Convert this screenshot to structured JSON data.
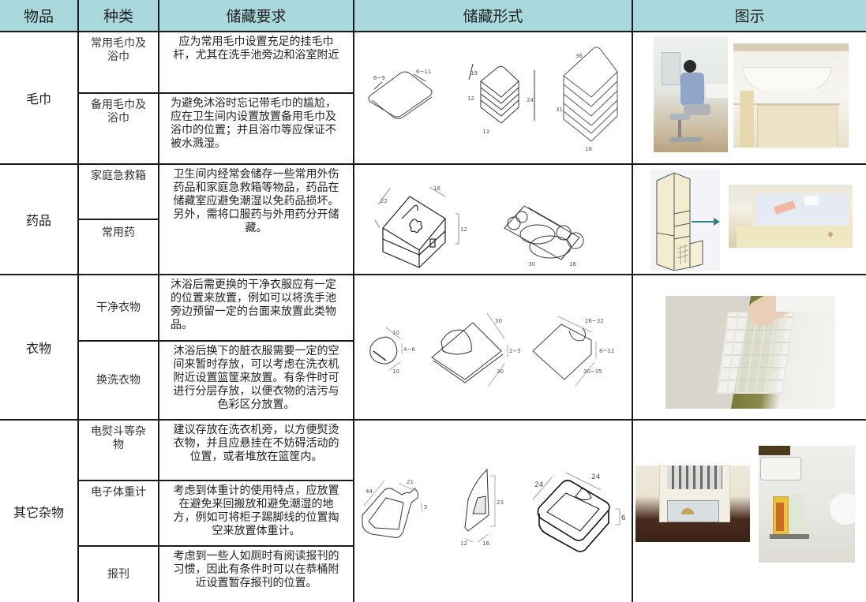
{
  "table": {
    "header_color": "#a9d9dc",
    "columns": [
      "物品",
      "种类",
      "储藏要求",
      "储藏形式",
      "图示"
    ],
    "groups": [
      {
        "item": "毛巾",
        "rows": [
          {
            "kind": "常用毛巾及浴巾",
            "kind_lines": [
              "常用毛巾及",
              "浴巾"
            ],
            "requirement": "应为常用毛巾设置充足的挂毛巾杆，尤其在洗手池旁边和浴室附近"
          },
          {
            "kind": "备用毛巾及浴巾",
            "kind_lines": [
              "备用毛巾及",
              "浴巾"
            ],
            "requirement": "为避免沐浴时忘记带毛巾的尴尬，应在卫生间内设置放置备用毛巾及浴巾的位置；并且浴巾等应保证不被水溅湿。"
          }
        ],
        "storage_form": {
          "drawings": [
            {
              "name": "single-folded-towel",
              "dims": [
                "6~9",
                "6~11"
              ]
            },
            {
              "name": "stacked-hand-towels",
              "dims": [
                "19",
                "12",
                "13",
                "24"
              ]
            },
            {
              "name": "stacked-bath-towels",
              "dims": [
                "36",
                "31",
                "18"
              ]
            }
          ]
        },
        "illustration": {
          "photos": [
            "woman-at-vanity-photo",
            "washbasin-towel-bar-photo"
          ]
        }
      },
      {
        "item": "药品",
        "rows": [
          {
            "kind": "家庭急救箱",
            "requirement": "卫生间内经常会储存一些常用外伤药品和家庭急救箱等物品，药品在储藏室应避免潮湿以免药品损坏。另外，需将口服药与外用药分开储藏。"
          },
          {
            "kind": "常用药"
          }
        ],
        "storage_form": {
          "drawings": [
            {
              "name": "first-aid-box",
              "dims": [
                "22",
                "16",
                "12"
              ]
            },
            {
              "name": "medicine-tray",
              "dims": [
                "30",
                "16"
              ]
            }
          ]
        },
        "illustration": {
          "photos": [
            "tall-cabinet-drawing",
            "medicine-drawer-photo"
          ]
        }
      },
      {
        "item": "衣物",
        "rows": [
          {
            "kind": "干净衣物",
            "requirement": "沐浴后需更换的干净衣服应有一定的位置来放置，例如可以将洗手池旁边预留一定的台面来放置此类物品。"
          },
          {
            "kind": "换洗衣物",
            "requirement": "沐浴后换下的脏衣服需要一定的空间来暂时存放，可以考虑在洗衣机附近设置篮筐来放置。有条件时可进行分层存放，以便衣物的洁污与色彩区分放置。"
          }
        ],
        "storage_form": {
          "drawings": [
            {
              "name": "folded-small-garment",
              "dims": [
                "10",
                "4~6",
                "10"
              ]
            },
            {
              "name": "folded-hooded-garment",
              "dims": [
                "30",
                "2~5",
                "30"
              ]
            },
            {
              "name": "folded-shirt",
              "dims": [
                "26~32",
                "6~12",
                "30~35"
              ]
            }
          ]
        },
        "illustration": {
          "photos": [
            "laundry-basket-photo"
          ]
        }
      },
      {
        "item": "其它杂物",
        "rows": [
          {
            "kind": "电熨斗等杂物",
            "kind_lines": [
              "电熨斗等杂",
              "物"
            ],
            "requirement": "建议存放在洗衣机旁，以方便熨烫衣物，并且应悬挂在不妨碍活动的位置，或者堆放在篮筐内。"
          },
          {
            "kind": "电子体重计",
            "requirement": "考虑到体重计的使用特点，应放置在避免来回搬放和避免潮湿的地方，例如可将柜子踢脚线的位置掏空来放置体重计。"
          },
          {
            "kind": "报刊",
            "requirement": "考虑到一些人如厕时有阅读报刊的习惯，因此有条件时可以在恭桶附近设置暂存报刊的位置。"
          }
        ],
        "storage_form": {
          "drawings": [
            {
              "name": "ironing-board-pad",
              "dims": [
                "44",
                "21",
                "5"
              ]
            },
            {
              "name": "iron",
              "dims": [
                "23",
                "12",
                "16"
              ]
            },
            {
              "name": "bathroom-scale",
              "dims": [
                "24",
                "24",
                "6"
              ]
            }
          ]
        },
        "illustration": {
          "photos": [
            "scale-under-cabinet-photo",
            "magazine-rack-photo"
          ]
        }
      }
    ]
  }
}
